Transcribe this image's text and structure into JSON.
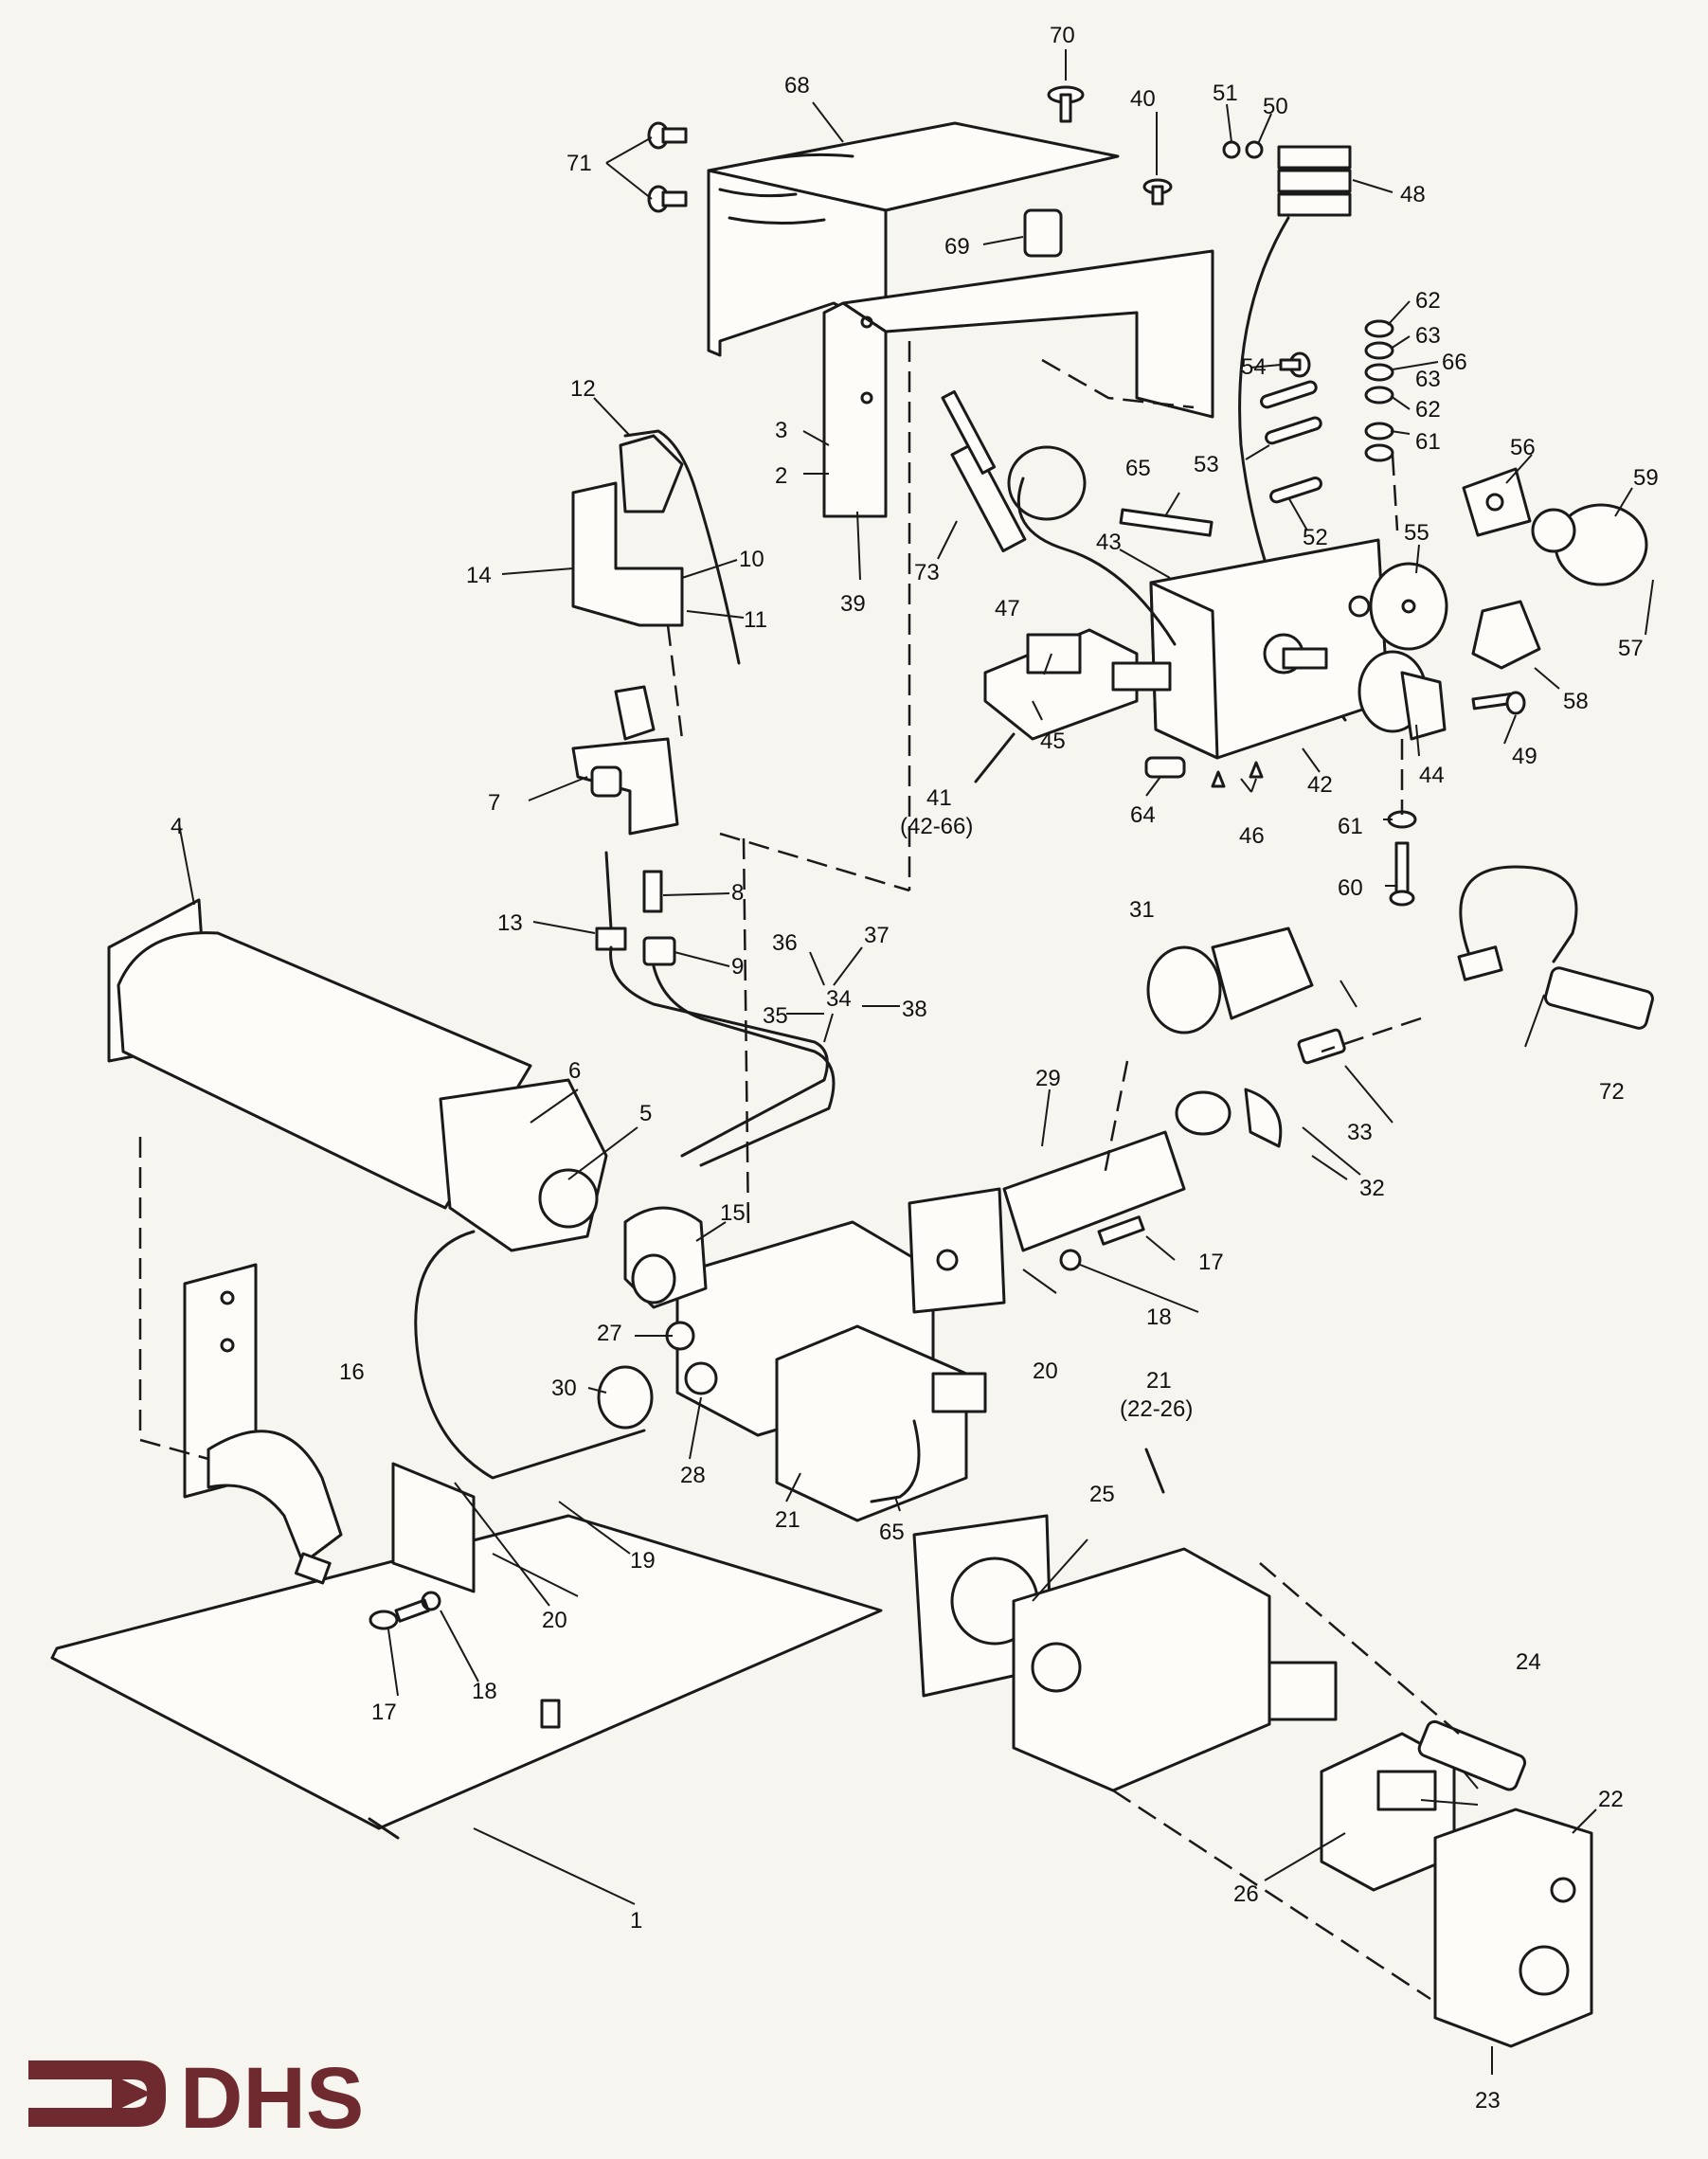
{
  "logo": {
    "text": "DHS",
    "color": "#6e2a2f"
  },
  "callouts": {
    "c1": "1",
    "c2": "2",
    "c3": "3",
    "c4": "4",
    "c5": "5",
    "c6": "6",
    "c7": "7",
    "c8": "8",
    "c9": "9",
    "c10": "10",
    "c11": "11",
    "c12": "12",
    "c13": "13",
    "c14": "14",
    "c15": "15",
    "c16": "16",
    "c17a": "17",
    "c17b": "17",
    "c18a": "18",
    "c18b": "18",
    "c19": "19",
    "c20a": "20",
    "c20b": "20",
    "c21": "21",
    "c21g": "21",
    "c21r": "(22-26)",
    "c22": "22",
    "c23": "23",
    "c24": "24",
    "c25": "25",
    "c26": "26",
    "c27": "27",
    "c28": "28",
    "c29": "29",
    "c30": "30",
    "c31": "31",
    "c32": "32",
    "c33": "33",
    "c34": "34",
    "c35": "35",
    "c36": "36",
    "c37": "37",
    "c38": "38",
    "c39": "39",
    "c40": "40",
    "c41": "41",
    "c41r": "(42-66)",
    "c42": "42",
    "c43": "43",
    "c44": "44",
    "c45": "45",
    "c46": "46",
    "c47": "47",
    "c48": "48",
    "c49": "49",
    "c50": "50",
    "c51": "51",
    "c52": "52",
    "c53": "53",
    "c54": "54",
    "c55": "55",
    "c56": "56",
    "c57": "57",
    "c58": "58",
    "c59": "59",
    "c60": "60",
    "c61a": "61",
    "c61b": "61",
    "c62a": "62",
    "c62b": "62",
    "c63a": "63",
    "c63b": "63",
    "c64": "64",
    "c65a": "65",
    "c65b": "65",
    "c66": "66",
    "c68": "68",
    "c69": "69",
    "c70": "70",
    "c71": "71",
    "c72": "72",
    "c73": "73"
  }
}
